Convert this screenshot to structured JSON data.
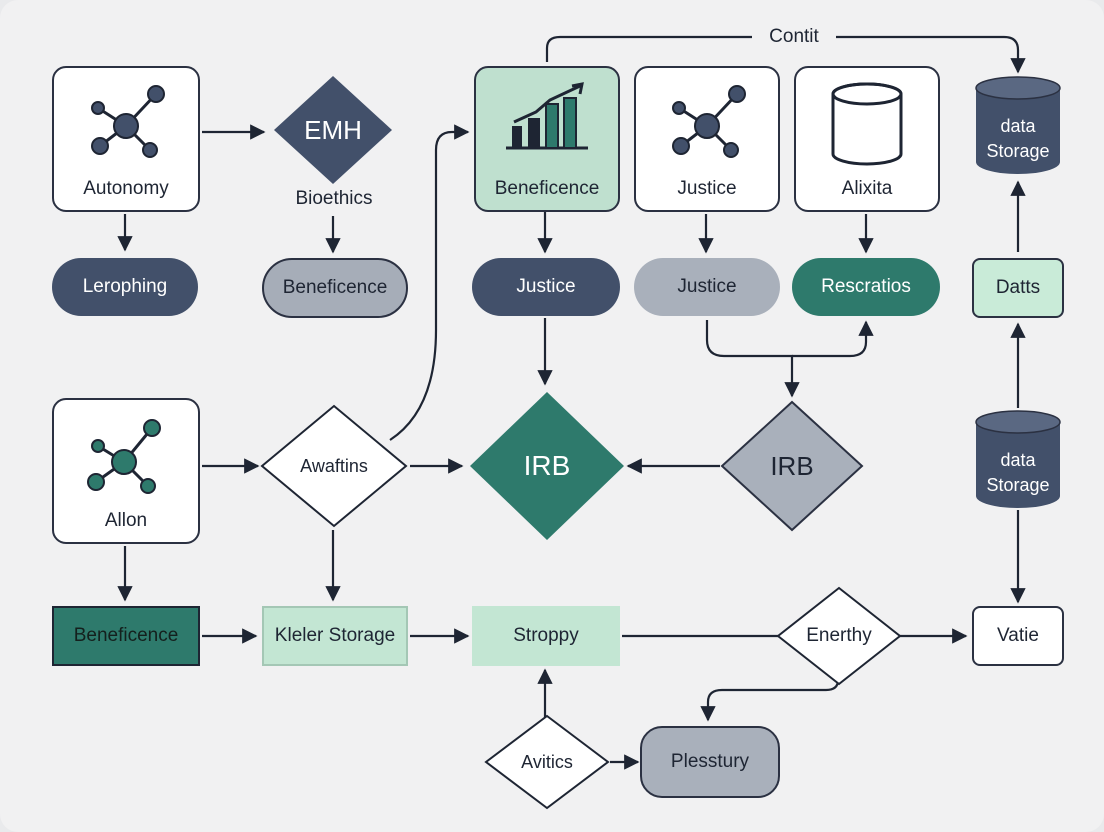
{
  "nodes": {
    "autonomy": "Autonomy",
    "emh": "EMH",
    "bioethics": "Bioethics",
    "beneficence_card": "Beneficence",
    "justice_card": "Justice",
    "alixita": "Alixita",
    "contit": "Contit",
    "data_storage_top": "data Storage",
    "data_storage_top_1": "data",
    "data_storage_top_2": "Storage",
    "lerophing": "Lerophing",
    "beneficence_pill": "Beneficence",
    "justice_pill_navy": "Justice",
    "justice_pill_gray": "Justice",
    "rescratios": "Rescratios",
    "datts": "Datts",
    "allon": "Allon",
    "awaftins": "Awaftins",
    "irb_teal": "IRB",
    "irb_gray": "IRB",
    "data_storage_mid_1": "data",
    "data_storage_mid_2": "Storage",
    "beneficence_rect": "Beneficence",
    "kleler_storage": "Kleler Storage",
    "stroppy": "Stroppy",
    "enerthy": "Enerthy",
    "vatie": "Vatie",
    "avitics": "Avitics",
    "plesstury": "Plesstury"
  },
  "colors": {
    "navy": "#42506a",
    "teal": "#2e7a6c",
    "mint": "#c3e6d3",
    "gray": "#a6adb8",
    "line": "#1e2533"
  },
  "icons": [
    "network-icon",
    "bar-chart-icon",
    "cylinder-icon",
    "database-icon"
  ]
}
